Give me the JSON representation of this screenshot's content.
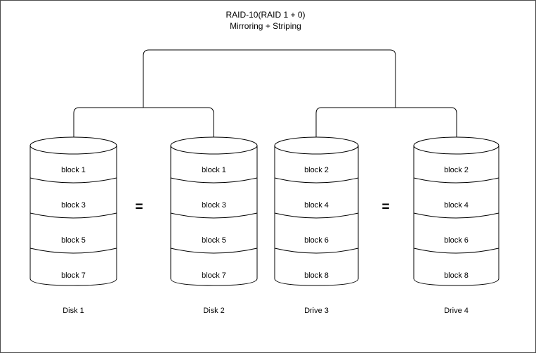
{
  "diagram": {
    "title_line1": "RAID-10(RAID 1 + 0)",
    "title_line2": "Mirroring + Striping",
    "background_color": "#ffffff",
    "stroke_color": "#000000",
    "border_color": "#4d4d4d",
    "equality_symbol_1": "=",
    "equality_symbol_2": "=",
    "disks": [
      {
        "label": "Disk 1",
        "blocks": [
          "block 1",
          "block 3",
          "block 5",
          "block 7"
        ]
      },
      {
        "label": "Disk 2",
        "blocks": [
          "block 1",
          "block 3",
          "block 5",
          "block 7"
        ]
      },
      {
        "label": "Drive 3",
        "blocks": [
          "block 2",
          "block 4",
          "block 6",
          "block 8"
        ]
      },
      {
        "label": "Drive 4",
        "blocks": [
          "block 2",
          "block 4",
          "block 6",
          "block 8"
        ]
      }
    ]
  }
}
